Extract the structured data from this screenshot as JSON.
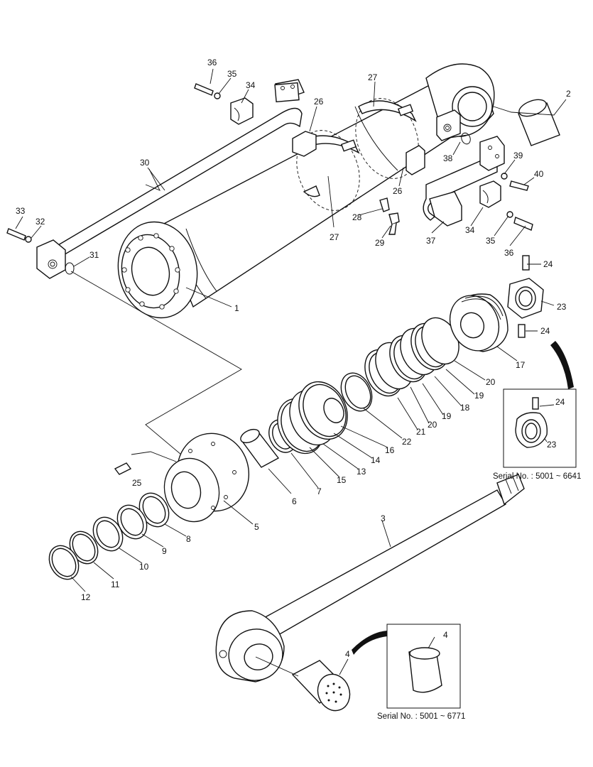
{
  "callouts": [
    "1",
    "2",
    "3",
    "4",
    "5",
    "6",
    "7",
    "8",
    "9",
    "10",
    "11",
    "12",
    "13",
    "14",
    "15",
    "16",
    "17",
    "18",
    "19",
    "20",
    "21",
    "22",
    "23",
    "24",
    "25",
    "26",
    "27",
    "28",
    "29",
    "30",
    "31",
    "32",
    "33",
    "34",
    "35",
    "36",
    "37",
    "38",
    "39",
    "40"
  ],
  "inset_head": {
    "caption": "Serial No. : 5001 ~ 6641",
    "labels": [
      "24",
      "23"
    ]
  },
  "inset_bush": {
    "caption": "Serial No. : 5001 ~ 6771",
    "labels": [
      "4"
    ]
  },
  "labels": {
    "n1": "1",
    "n2": "2",
    "n3": "3",
    "n4": "4",
    "n5": "5",
    "n6": "6",
    "n7": "7",
    "n8": "8",
    "n9": "9",
    "n10": "10",
    "n11": "11",
    "n12": "12",
    "n13": "13",
    "n14": "14",
    "n15": "15",
    "n16": "16",
    "n17": "17",
    "n18": "18",
    "n19a": "19",
    "n19b": "19",
    "n20a": "20",
    "n20b": "20",
    "n21": "21",
    "n22": "22",
    "n23": "23",
    "n24a": "24",
    "n24b": "24",
    "n25": "25",
    "n26a": "26",
    "n26b": "26",
    "n27a": "27",
    "n27b": "27",
    "n28": "28",
    "n29": "29",
    "n30": "30",
    "n31": "31",
    "n32": "32",
    "n33": "33",
    "n34a": "34",
    "n34b": "34",
    "n35a": "35",
    "n35b": "35",
    "n36a": "36",
    "n36b": "36",
    "n37": "37",
    "n38": "38",
    "n39": "39",
    "n40": "40",
    "n4b": "4"
  }
}
